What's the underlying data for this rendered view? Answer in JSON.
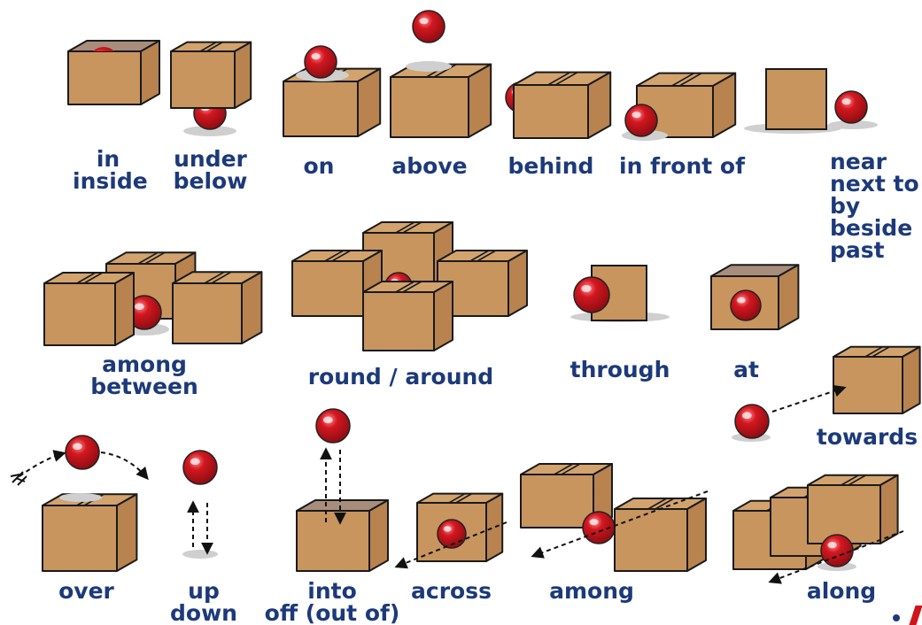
{
  "colors": {
    "box_front": "#c8955f",
    "box_side": "#b8834f",
    "box_top": "#d3a36d",
    "box_inside": "#a88d7c",
    "ball": "#d3171f",
    "ball_dark": "#8c0d12",
    "ball_highlight": "#ff8f95",
    "shadow": "#cfcfcf",
    "label": "#1c3a7a"
  },
  "labels": {
    "in_inside": [
      "in",
      "inside"
    ],
    "under_below": [
      "under",
      "below"
    ],
    "on": [
      "on"
    ],
    "above": [
      "above"
    ],
    "behind": [
      "behind"
    ],
    "in_front_of": [
      "in front of"
    ],
    "near": [
      "near",
      "next to",
      "by",
      "beside",
      "past"
    ],
    "among_between": [
      "among",
      "between"
    ],
    "round_around": [
      "round / around"
    ],
    "through": [
      "through"
    ],
    "at": [
      "at"
    ],
    "towards": [
      "towards"
    ],
    "over": [
      "over"
    ],
    "up_down": [
      "up",
      "down"
    ],
    "into_off": [
      "into",
      "off (out of)"
    ],
    "across": [
      "across"
    ],
    "among2": [
      "among"
    ],
    "along": [
      "along"
    ]
  }
}
